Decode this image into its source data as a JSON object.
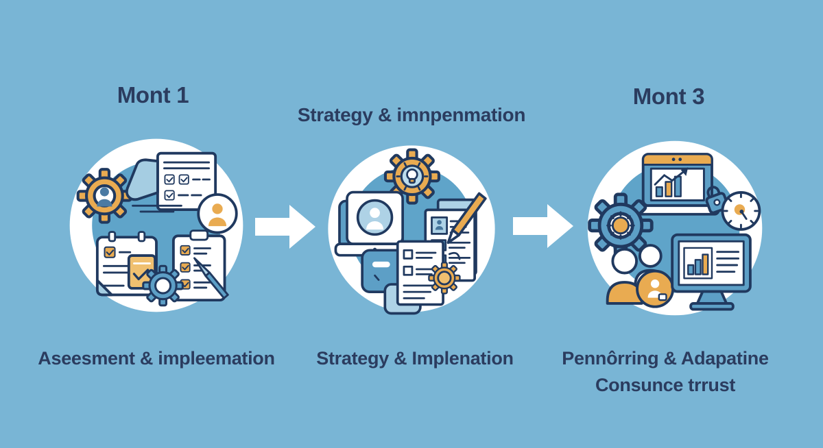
{
  "figure": {
    "type": "process-timeline",
    "background_color": "#79b5d5",
    "text_color": "#2b3c5f",
    "accent_orange": "#e9ab51",
    "accent_blue": "#5d9fc6",
    "circle_ring_color": "#ffffff",
    "circle_fill_color": "#5fa4c9",
    "arrow_color": "#ffffff"
  },
  "steps": [
    {
      "title": "Mont 1",
      "label_lines": [
        "Aseesment & impleemation"
      ],
      "icons": [
        "user-gear-icon",
        "funnel-checklist-icon",
        "user-avatar-icon",
        "calendar-checklist-icon",
        "clipboard-brush-icon",
        "gear-icon"
      ]
    },
    {
      "title": "Strategy & imnpenmation",
      "label_lines": [
        "Strategy & Implenation"
      ],
      "icons": [
        "idea-gear-icon",
        "laptop-profile-icon",
        "document-pencil-icon",
        "documents-gear-icon"
      ]
    },
    {
      "title": "Mont 3",
      "label_lines": [
        "Pennôrring & Adapatine",
        "Consunce trrust"
      ],
      "icons": [
        "laptop-growth-chart-icon",
        "padlock-icon",
        "clock-icon",
        "gear-sun-icon",
        "team-icon",
        "monitor-bar-chart-icon"
      ]
    }
  ],
  "connectors": [
    {
      "type": "arrow-right"
    },
    {
      "type": "arrow-right"
    }
  ]
}
